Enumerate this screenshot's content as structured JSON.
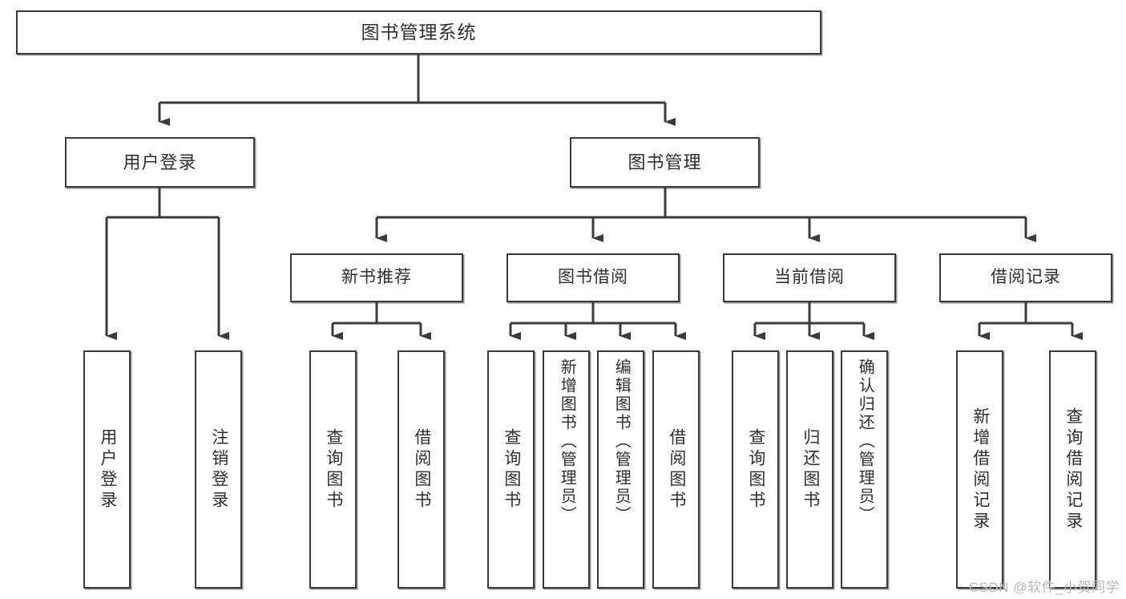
{
  "diagram": {
    "type": "tree-hierarchy",
    "title": "图书管理系统",
    "root": {
      "label": "图书管理系统"
    },
    "level2": [
      {
        "id": "user-login",
        "label": "用户登录"
      },
      {
        "id": "book-management",
        "label": "图书管理"
      }
    ],
    "level3": [
      {
        "id": "new-book-recommend",
        "label": "新书推荐",
        "parent": "book-management"
      },
      {
        "id": "book-borrow",
        "label": "图书借阅",
        "parent": "book-management"
      },
      {
        "id": "current-borrow",
        "label": "当前借阅",
        "parent": "book-management"
      },
      {
        "id": "borrow-record",
        "label": "借阅记录",
        "parent": "book-management"
      }
    ],
    "leaves": {
      "user-login": [
        {
          "id": "leaf-user-login",
          "label": "用户登录"
        },
        {
          "id": "leaf-logout",
          "label": "注销登录"
        }
      ],
      "new-book-recommend": [
        {
          "id": "leaf-query-book-1",
          "label": "查询图书"
        },
        {
          "id": "leaf-borrow-book-1",
          "label": "借阅图书"
        }
      ],
      "book-borrow": [
        {
          "id": "leaf-query-book-2",
          "label": "查询图书"
        },
        {
          "id": "leaf-add-book",
          "label": "新增图书（管理员）"
        },
        {
          "id": "leaf-edit-book",
          "label": "编辑图书（管理员）"
        },
        {
          "id": "leaf-borrow-book-2",
          "label": "借阅图书"
        }
      ],
      "current-borrow": [
        {
          "id": "leaf-query-book-3",
          "label": "查询图书"
        },
        {
          "id": "leaf-return-book",
          "label": "归还图书"
        },
        {
          "id": "leaf-confirm-return",
          "label": "确认归还（管理员）"
        }
      ],
      "borrow-record": [
        {
          "id": "leaf-add-record",
          "label": "新增借阅记录"
        },
        {
          "id": "leaf-query-record",
          "label": "查询借阅记录"
        }
      ]
    },
    "colors": {
      "stroke": "#3b3b3b",
      "fill": "#ffffff",
      "text": "#2f2f2f",
      "watermark": "#b9b9b9"
    }
  },
  "watermark": {
    "text": "CSDN @软件_小贺同学"
  }
}
